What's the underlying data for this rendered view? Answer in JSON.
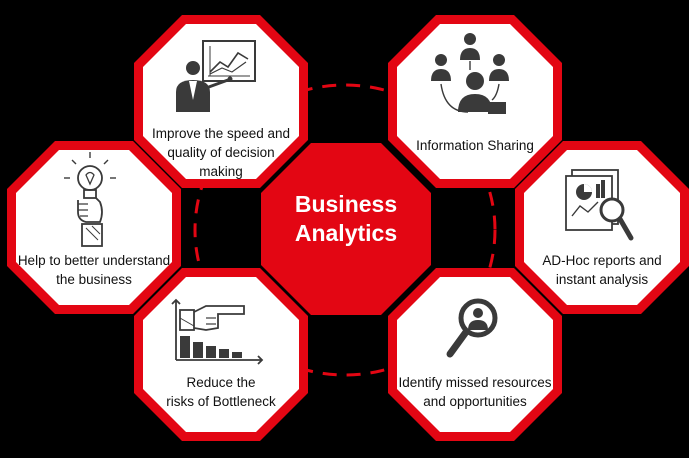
{
  "center": {
    "line1": "Business",
    "line2": "Analytics"
  },
  "nodes": [
    {
      "id": "improve-speed",
      "lines": [
        "Improve the speed and",
        "quality of decision",
        "making"
      ],
      "icon": "presenter-chart-icon"
    },
    {
      "id": "information-sharing",
      "lines": [
        "Information Sharing"
      ],
      "icon": "team-network-icon"
    },
    {
      "id": "better-understand",
      "lines": [
        "Help to better understand",
        "the business"
      ],
      "icon": "hand-lightbulb-icon"
    },
    {
      "id": "adhoc-reports",
      "lines": [
        "AD-Hoc reports and",
        "instant analysis"
      ],
      "icon": "report-magnifier-icon"
    },
    {
      "id": "reduce-risks",
      "lines": [
        "Reduce the",
        "risks of Bottleneck"
      ],
      "icon": "hand-pointing-declining-chart-icon"
    },
    {
      "id": "identify-missed",
      "lines": [
        "Identify missed resources",
        "and opportunities"
      ],
      "icon": "magnifier-person-icon"
    }
  ],
  "colors": {
    "accent": "#e30613",
    "background": "#000000",
    "node_fill": "#ffffff",
    "icon": "#3a3a3a"
  }
}
